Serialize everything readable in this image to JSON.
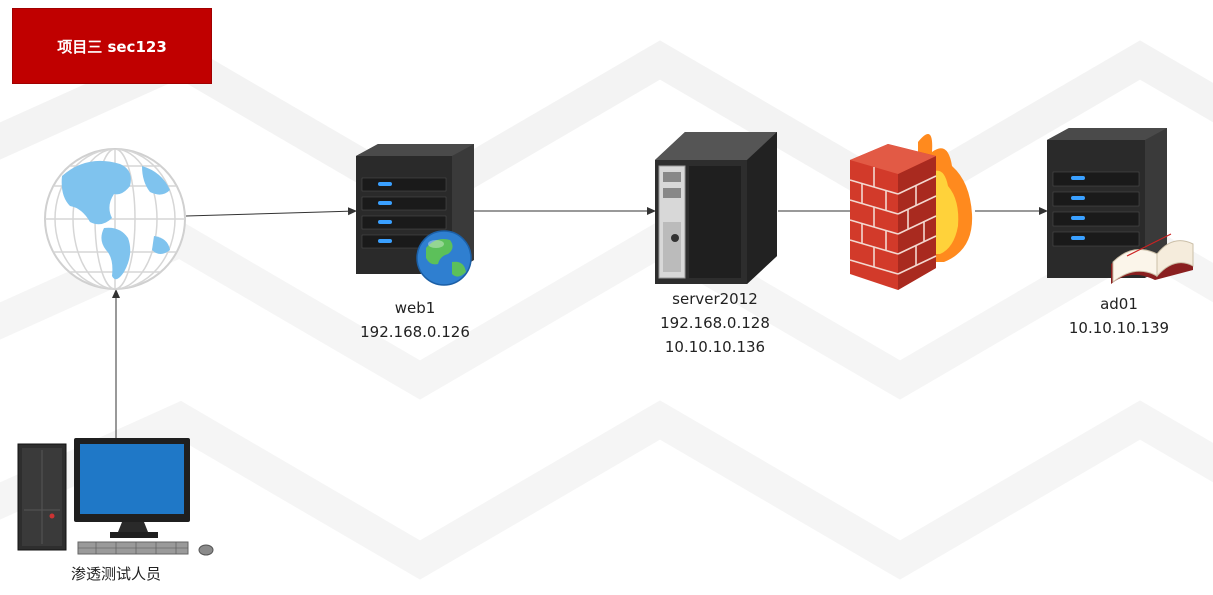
{
  "title": "项目三 sec123",
  "nodes": {
    "web1": {
      "name": "web1",
      "ips": [
        "192.168.0.126"
      ]
    },
    "server2012": {
      "name": "server2012",
      "ips": [
        "192.168.0.128",
        "10.10.10.136"
      ]
    },
    "ad01": {
      "name": "ad01",
      "ips": [
        "10.10.10.139"
      ]
    },
    "attacker": {
      "name": "渗透测试人员"
    }
  },
  "colors": {
    "title_bg": "#c00000",
    "server_dark": "#2b2b2b",
    "server_led": "#1e90ff",
    "globe": "#7fc3ee",
    "firewall": "#d23a2a"
  },
  "icons": [
    "globe-icon",
    "web-server-icon",
    "tower-server-icon",
    "firewall-icon",
    "ad-server-icon",
    "workstation-icon"
  ]
}
